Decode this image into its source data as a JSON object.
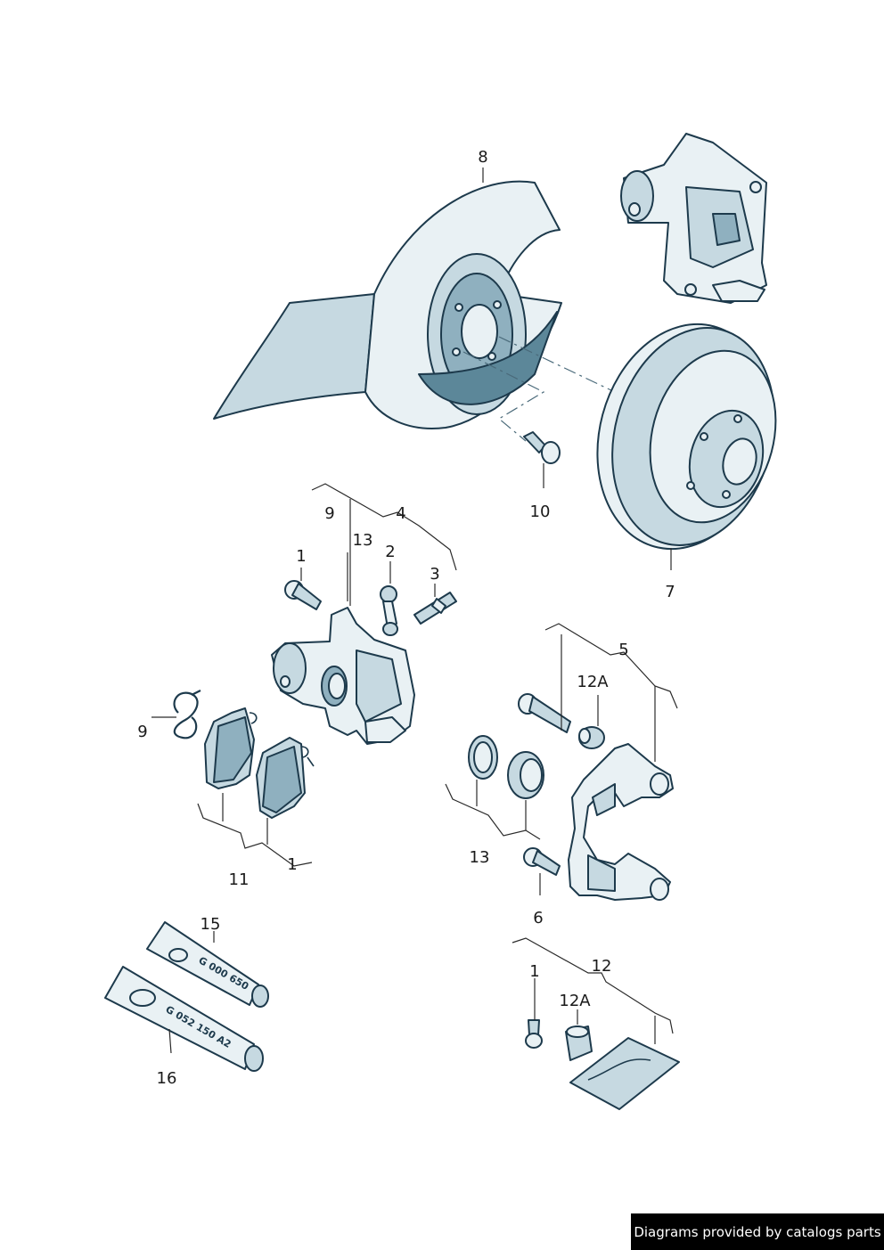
{
  "callouts": {
    "c8": "8",
    "c10": "10",
    "c7": "7",
    "c9a": "9",
    "c4": "4",
    "c13a": "13",
    "c1a": "1",
    "c2": "2",
    "c3": "3",
    "c9b": "9",
    "c11": "11",
    "c1b": "1",
    "c5": "5",
    "c12a_a": "12A",
    "c13b": "13",
    "c6": "6",
    "c15": "15",
    "c16": "16",
    "c12": "12",
    "c1c": "1",
    "c12a_b": "12A"
  },
  "tubes": {
    "t15": "G 000 650",
    "t16": "G 052 150 A2"
  },
  "footer": {
    "credit": "Diagrams provided by catalogs parts"
  },
  "colors": {
    "line": "#1d3a4c",
    "fill_light": "#e9f1f4",
    "fill_mid": "#c6d9e1",
    "fill_dark": "#8fb0bf"
  }
}
